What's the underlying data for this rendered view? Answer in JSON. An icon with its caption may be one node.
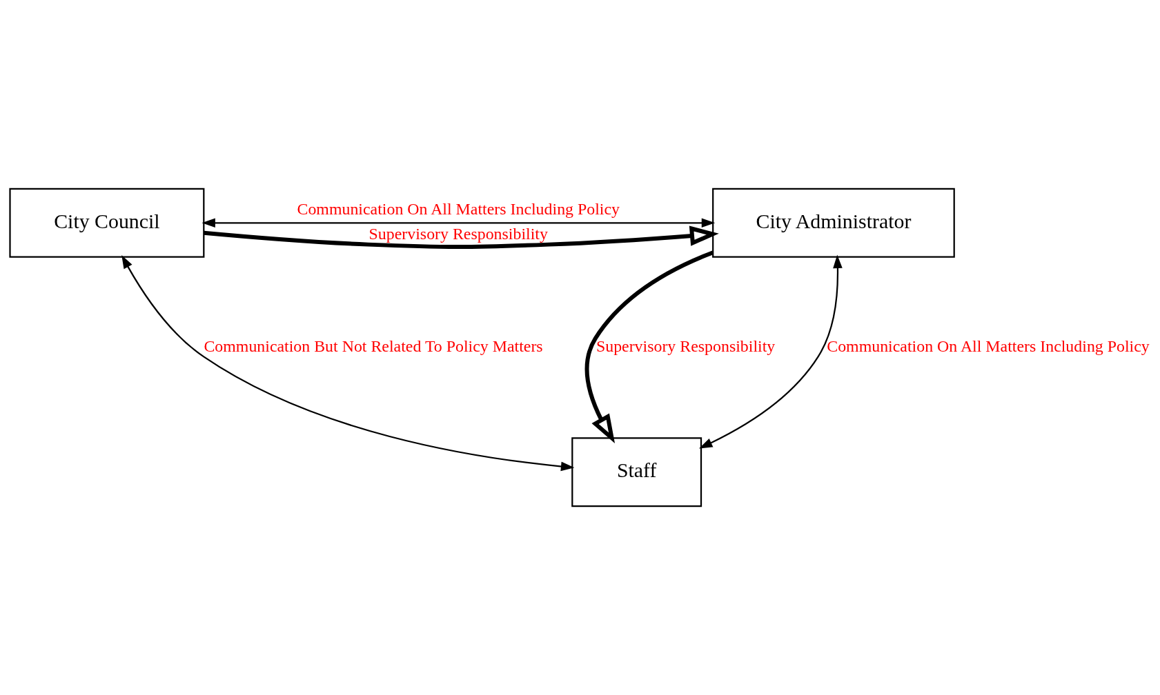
{
  "diagram": {
    "nodes": [
      {
        "text": [
          "City Council"
        ]
      },
      {
        "text": [
          "City Administrator"
        ]
      },
      {
        "text": [
          "Staff"
        ]
      }
    ],
    "edges": [
      {
        "from": 0,
        "to": 1,
        "arrow": "to",
        "label": "Supervisory Responsibility",
        "style": "thick"
      },
      {
        "from": 0,
        "to": 1,
        "arrow": "both",
        "label": "Communication On All Matters Including Policy"
      },
      {
        "from": 1,
        "to": 2,
        "arrow": "to",
        "label": "Supervisory Responsibility",
        "style": "thick"
      },
      {
        "from": 1,
        "to": 2,
        "arrow": "both",
        "label": "Communication On All Matters Including Policy"
      },
      {
        "from": 0,
        "to": 2,
        "arrow": "both",
        "label": "Communication But Not Related To Policy Matters"
      }
    ]
  }
}
